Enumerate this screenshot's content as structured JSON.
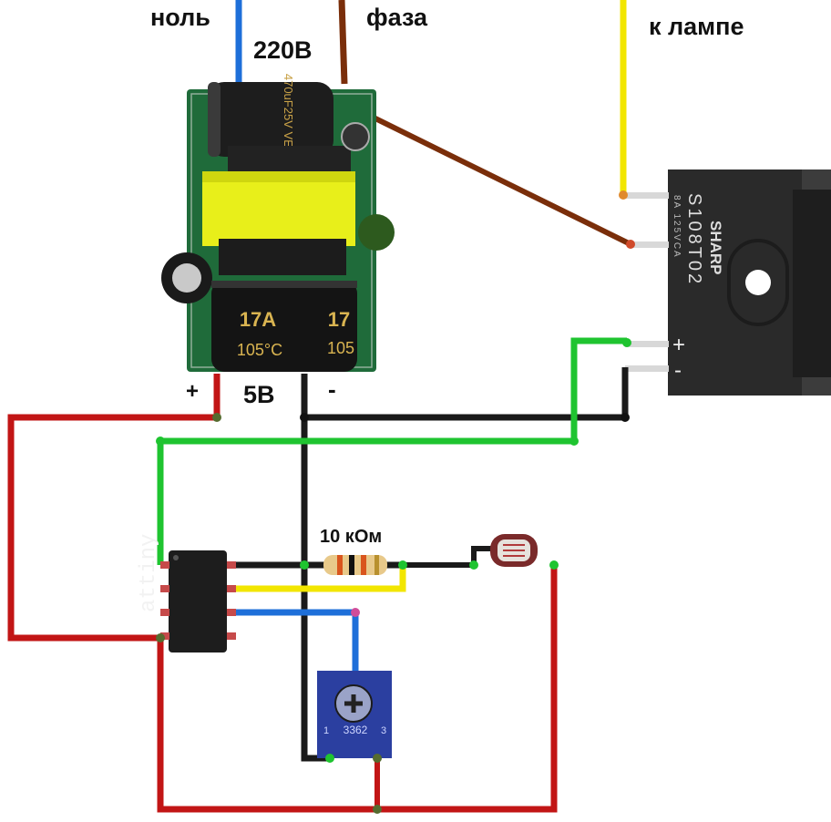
{
  "labels": {
    "neutral": "ноль",
    "voltage": "220В",
    "phase": "фаза",
    "to_lamp": "к лампе",
    "plus": "+",
    "low_voltage": "5В",
    "minus": "-",
    "resistor": "10 кОм"
  },
  "power_module": {
    "cap_top_text": "470uF25V",
    "cap_top_brand": "VENT",
    "cap_bottom_text": "17A",
    "cap_bottom_temp": "105°C",
    "cap_bottom_side": "17",
    "cap_bottom_side2": "105"
  },
  "relay": {
    "brand": "SHARP",
    "model": "S108T02",
    "rating": "8A 125VCA",
    "plus_pin": "+",
    "minus_pin": "-"
  },
  "mcu": {
    "name": "attiny"
  },
  "trimmer": {
    "text": "3362",
    "pin1": "1",
    "pin3": "3"
  },
  "colors": {
    "neutral_wire": "#1e6fd9",
    "phase_wire": "#7a2e0a",
    "lamp_wire": "#f2e600",
    "power_wire": "#c21515",
    "ground_wire": "#1a1a1a",
    "signal_wire": "#1fc430",
    "module_pcb": "#1f6b3a",
    "relay_body": "#2a2a2a",
    "trimmer_body": "#2b3fa0"
  }
}
